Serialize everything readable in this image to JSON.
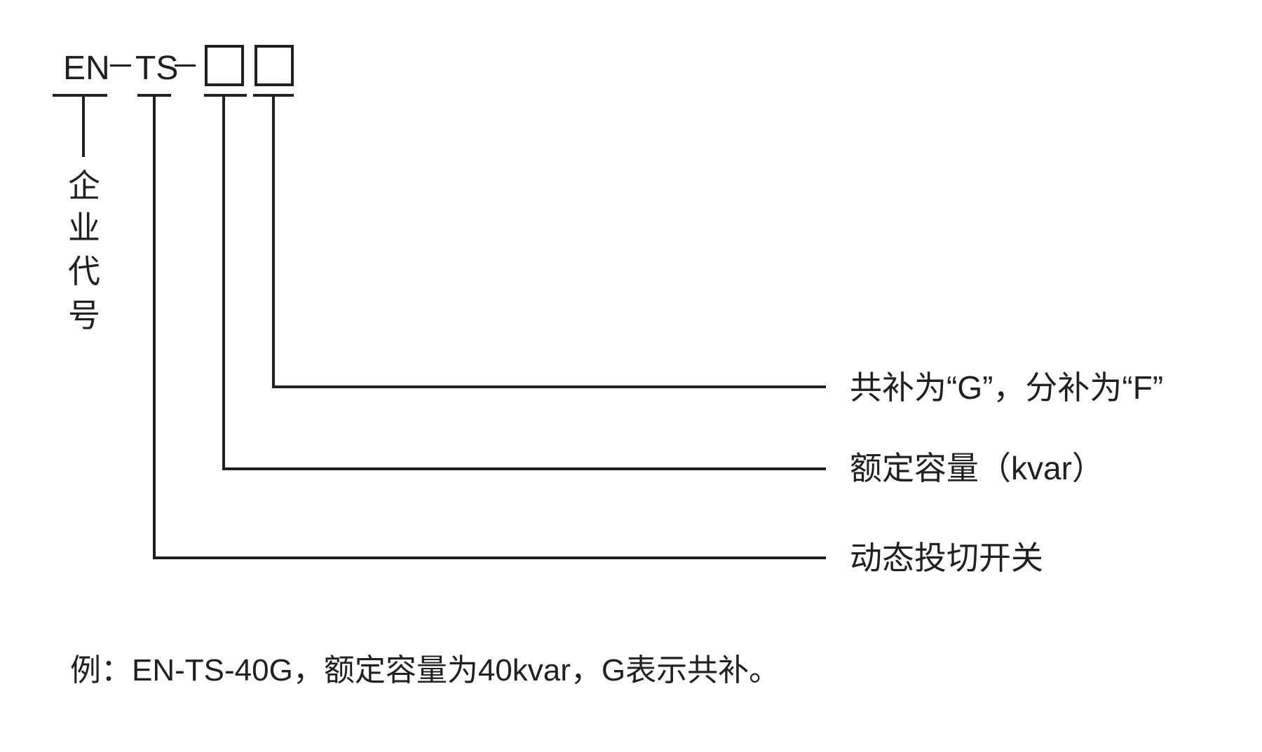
{
  "model_code": {
    "prefix": "EN",
    "series": "TS"
  },
  "fields": {
    "company_code": [
      "企",
      "业",
      "代",
      "号"
    ],
    "compensation_type": "共补为“G”，分补为“F”",
    "rated_capacity": "额定容量（kvar）",
    "switch_type": "动态投切开关"
  },
  "example": "例：EN-TS-40G，额定容量为40kvar，G表示共补。"
}
